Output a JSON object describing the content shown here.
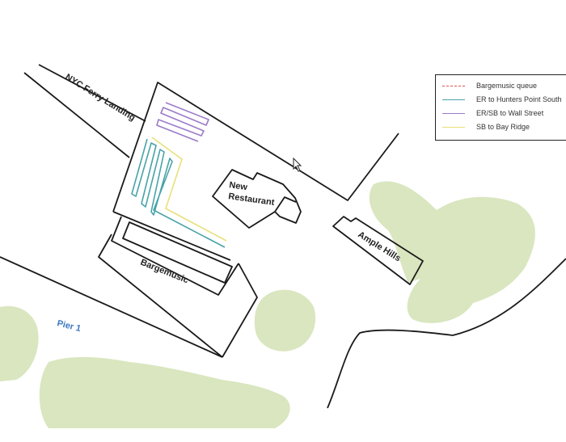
{
  "labels": {
    "ferry": "NYC Ferry Landing",
    "restaurant_line1": "New",
    "restaurant_line2": "Restaurant",
    "bargemusic": "Bargemusic",
    "ample_hills": "Ample Hills",
    "pier": "Pier 1"
  },
  "legend": [
    {
      "label": "Bargemusic queue",
      "color": "#d9534f",
      "style": "dashed"
    },
    {
      "label": "ER to Hunters Point South",
      "color": "#4aa3a8",
      "style": "solid"
    },
    {
      "label": "ER/SB to Wall Street",
      "color": "#9b7bc8",
      "style": "solid"
    },
    {
      "label": "SB to Bay Ridge",
      "color": "#e8e07a",
      "style": "solid"
    }
  ],
  "colors": {
    "park": "#d9e6bf",
    "outline": "#1a1a1a",
    "pier_label": "#3b78c2"
  }
}
